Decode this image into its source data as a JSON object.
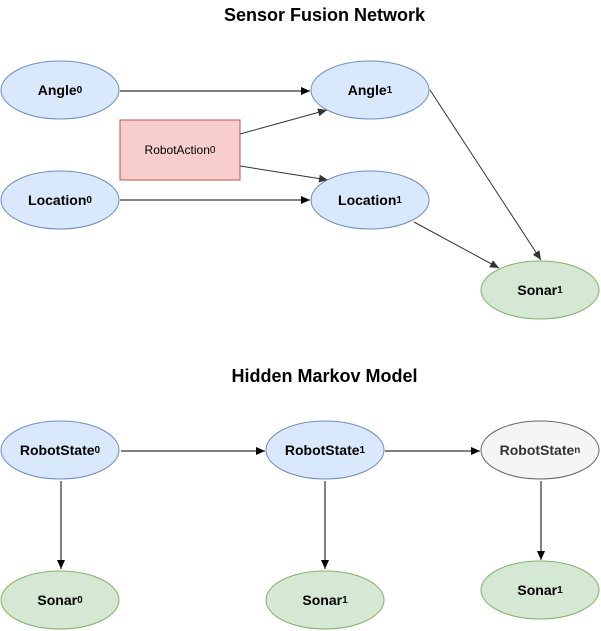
{
  "titles": {
    "sensor_fusion": "Sensor Fusion Network",
    "hmm": "Hidden Markov Model"
  },
  "nodes": {
    "angle0": {
      "base": "Angle",
      "sub": "0"
    },
    "angle1": {
      "base": "Angle",
      "sub": "1"
    },
    "robotaction0": {
      "base": "RobotAction",
      "sub": "0"
    },
    "location0": {
      "base": "Location",
      "sub": "0"
    },
    "location1": {
      "base": "Location",
      "sub": "1"
    },
    "sonar1_top": {
      "base": "Sonar",
      "sub": "1"
    },
    "robotstate0": {
      "base": "RobotState",
      "sub": "0"
    },
    "robotstate1": {
      "base": "RobotState",
      "sub": "1"
    },
    "robotstaten": {
      "base": "RobotState",
      "sub": "n"
    },
    "sonar0": {
      "base": "Sonar",
      "sub": "0"
    },
    "sonar1_mid": {
      "base": "Sonar",
      "sub": "1"
    },
    "sonar1_right": {
      "base": "Sonar",
      "sub": "1"
    }
  },
  "colors": {
    "blue_fill": "#dae8fc",
    "blue_stroke": "#6c8ebf",
    "green_fill": "#d5e8d4",
    "green_stroke": "#82b366",
    "red_fill": "#f8cecc",
    "red_stroke": "#b85450",
    "grey_fill": "#f5f5f5",
    "grey_stroke": "#666666"
  }
}
